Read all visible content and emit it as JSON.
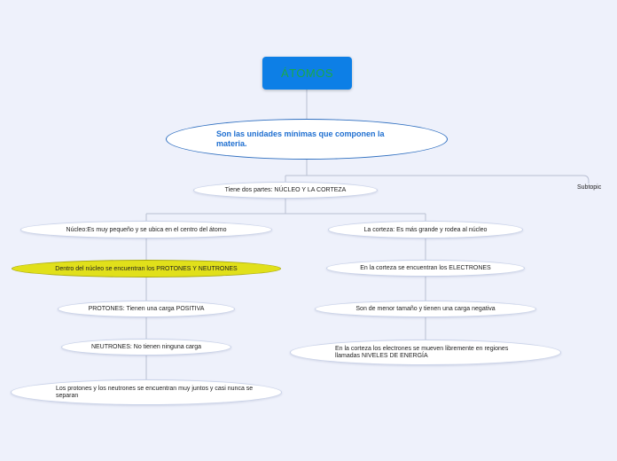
{
  "diagram": {
    "root": "ÁTOMOS",
    "main": "Son las unidades mínimas que componen la materia.",
    "parts": "Tiene dos partes: NÚCLEO Y LA CORTEZA",
    "subtopic": "Subtopic",
    "nucleus": {
      "title": "Núcleo:Es muy pequeño y se ubica en el centro del átomo",
      "contains": "Dentro del núcleo se encuentran los PROTONES Y NEUTRONES",
      "protons": "PROTONES: Tienen una carga POSITIVA",
      "neutrons": "NEUTRONES: No tienen ninguna carga",
      "together": "Los protones y  los neutrones se encuentran muy juntos y casi nunca se separan"
    },
    "cortex": {
      "title": "La corteza: Es más grande y rodea al núcleo",
      "contains": "En la corteza se encuentran los ELECTRONES",
      "smaller": "Son de menor tamaño y tienen una carga negativa",
      "levels": "En la corteza los electrones se mueven libremente en regiones llamadas NIVELES DE ENERGÍA"
    }
  },
  "colors": {
    "background": "#eef1fb",
    "root_fill": "#0d7fe6",
    "root_text": "#1aa84a",
    "main_text": "#1f6fd0",
    "highlight_fill": "#e1e01a",
    "connector": "#b8bfd2"
  }
}
